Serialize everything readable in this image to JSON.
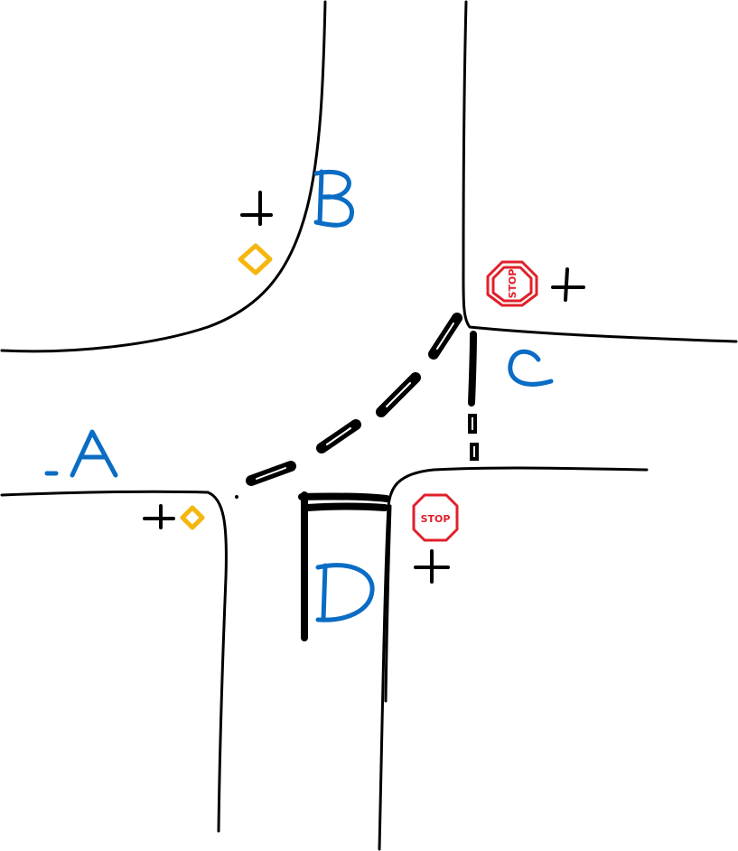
{
  "colors": {
    "road": "#000000",
    "label": "#0a6cc4",
    "stop_sign": "#e0202a",
    "yield_sign": "#f5b70f"
  },
  "approaches": {
    "a": "A",
    "b": "B",
    "c": "C",
    "d": "D"
  },
  "signs": {
    "stop_c": "STOP",
    "stop_d": "STOP",
    "yield_icon": "yield-sign-icon",
    "stop_icon": "stop-sign-icon",
    "signal_icon": "cross-marker-icon"
  }
}
